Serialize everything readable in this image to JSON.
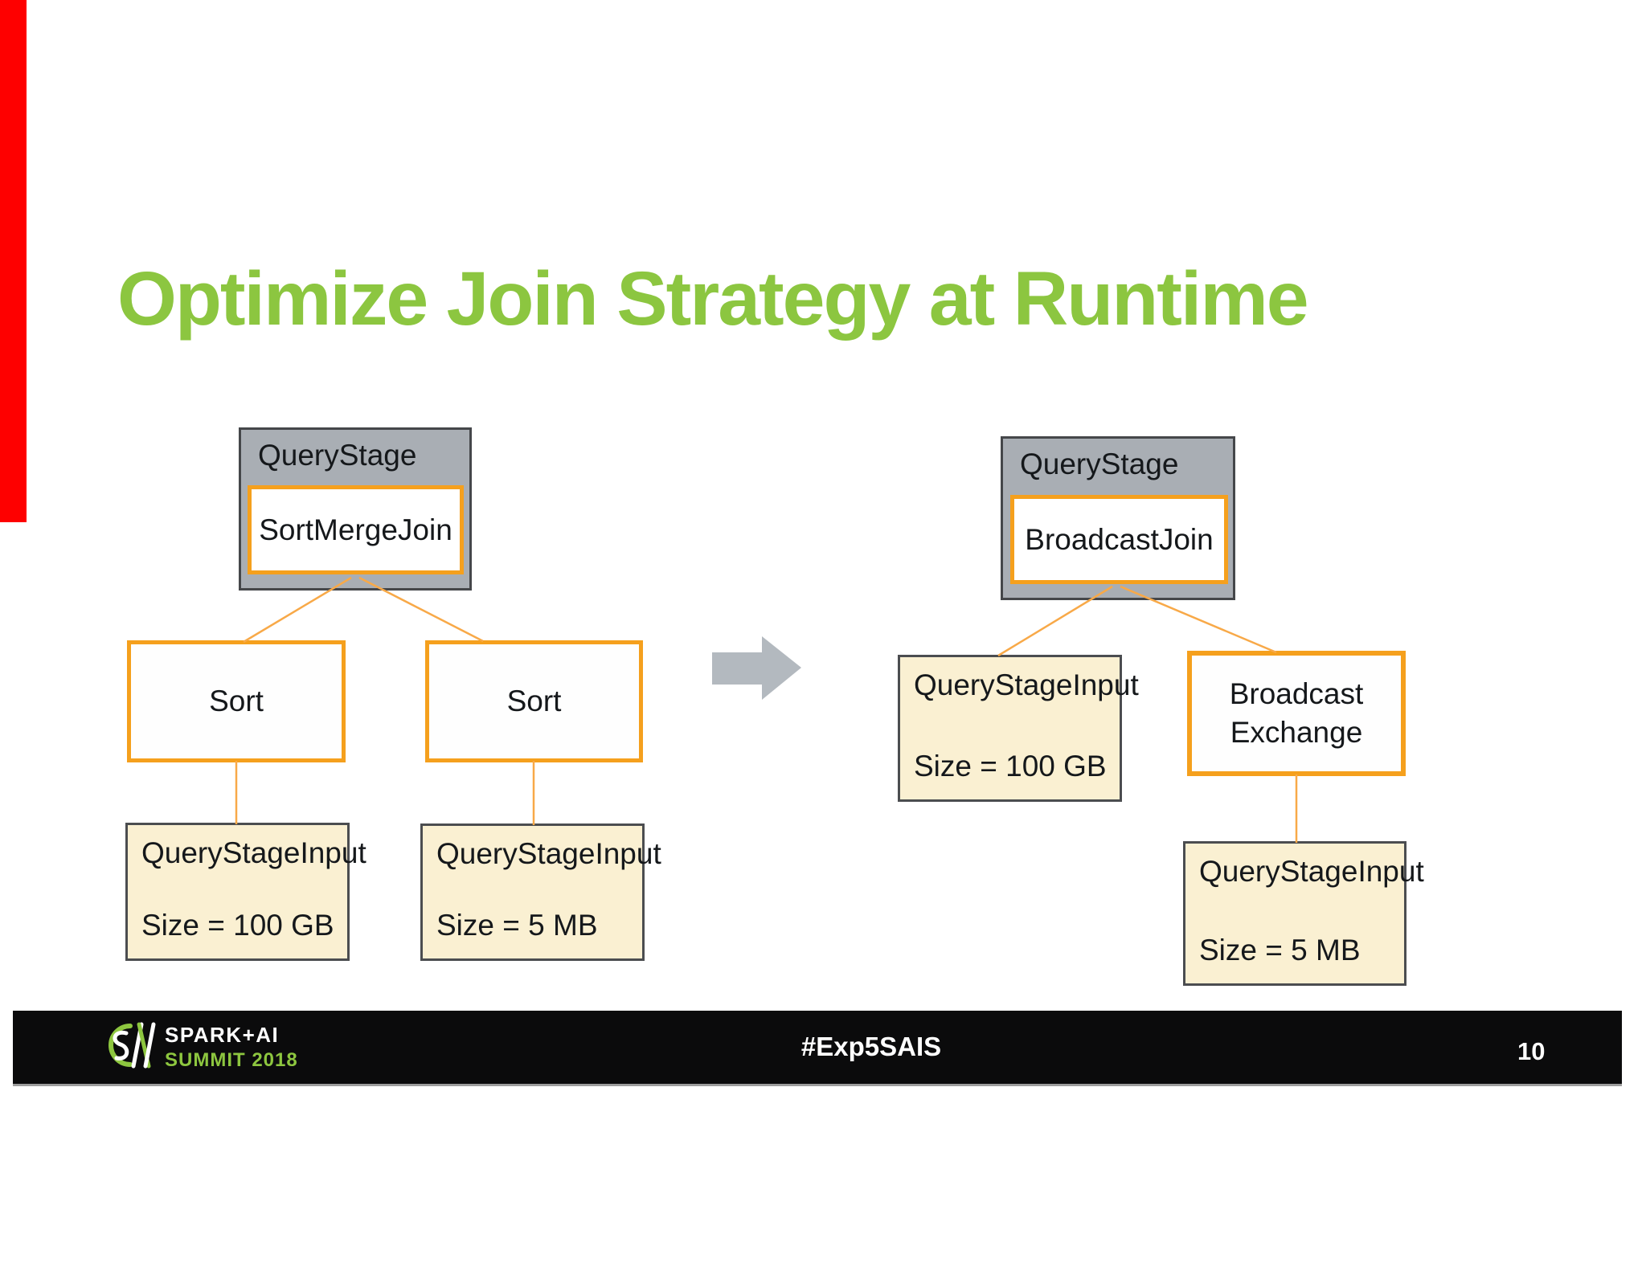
{
  "slide": {
    "title": "Optimize Join Strategy at Runtime"
  },
  "before": {
    "query_stage": {
      "label": "QueryStage",
      "join": "SortMergeJoin"
    },
    "sort_left": "Sort",
    "sort_right": "Sort",
    "input_left": {
      "name": "QueryStageInput",
      "size": "Size = 100 GB"
    },
    "input_right": {
      "name": "QueryStageInput",
      "size": "Size = 5 MB"
    }
  },
  "after": {
    "query_stage": {
      "label": "QueryStage",
      "join": "BroadcastJoin"
    },
    "input_left": {
      "name": "QueryStageInput",
      "size": "Size = 100 GB"
    },
    "exchange": "Broadcast Exchange",
    "input_bottom": {
      "name": "QueryStageInput",
      "size": "Size = 5 MB"
    }
  },
  "footer": {
    "logo_line1": "SPARK+AI",
    "logo_line2": "SUMMIT 2018",
    "hashtag": "#Exp5SAIS",
    "page_number": "10"
  },
  "icons": {
    "arrow": "transform-arrow-icon",
    "logo": "sais-logo-icon"
  },
  "colors": {
    "title_green": "#8cc640",
    "logo_green": "#8dc63f",
    "orange_border": "#f5a01d",
    "connector_orange": "#f8a948",
    "stage_gray_fill": "#a9aeb4",
    "stage_gray_border": "#45474a",
    "input_cream_fill": "#faf0d2",
    "input_border": "#4b4d50",
    "arrow_gray": "#b3b9bf",
    "footer_black": "#0b0b0c",
    "red_bar": "#fe0000",
    "text_dark": "#15181b"
  }
}
